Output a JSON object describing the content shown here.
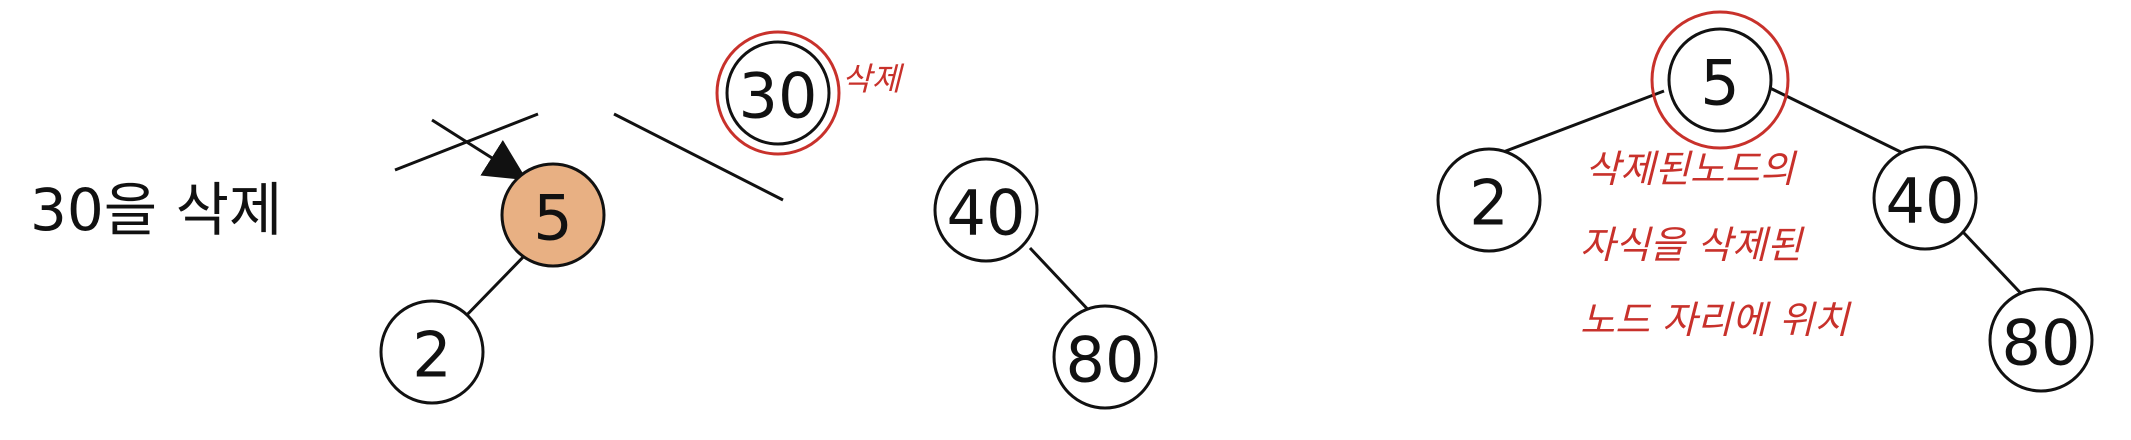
{
  "caption": "30을 삭제",
  "left_tree": {
    "root": "30",
    "left": "5",
    "right": "40",
    "left_left": "2",
    "right_right": "80",
    "root_note": "삭제"
  },
  "right_tree": {
    "root": "5",
    "left": "2",
    "right": "40",
    "right_right": "80",
    "note_lines": [
      "삭제된노드의",
      "자식을 삭제된",
      "노드 자리에 위치"
    ]
  },
  "colors": {
    "highlight_fill": "#e8b083",
    "annotation_red": "#c8312b",
    "ink": "#111111"
  }
}
